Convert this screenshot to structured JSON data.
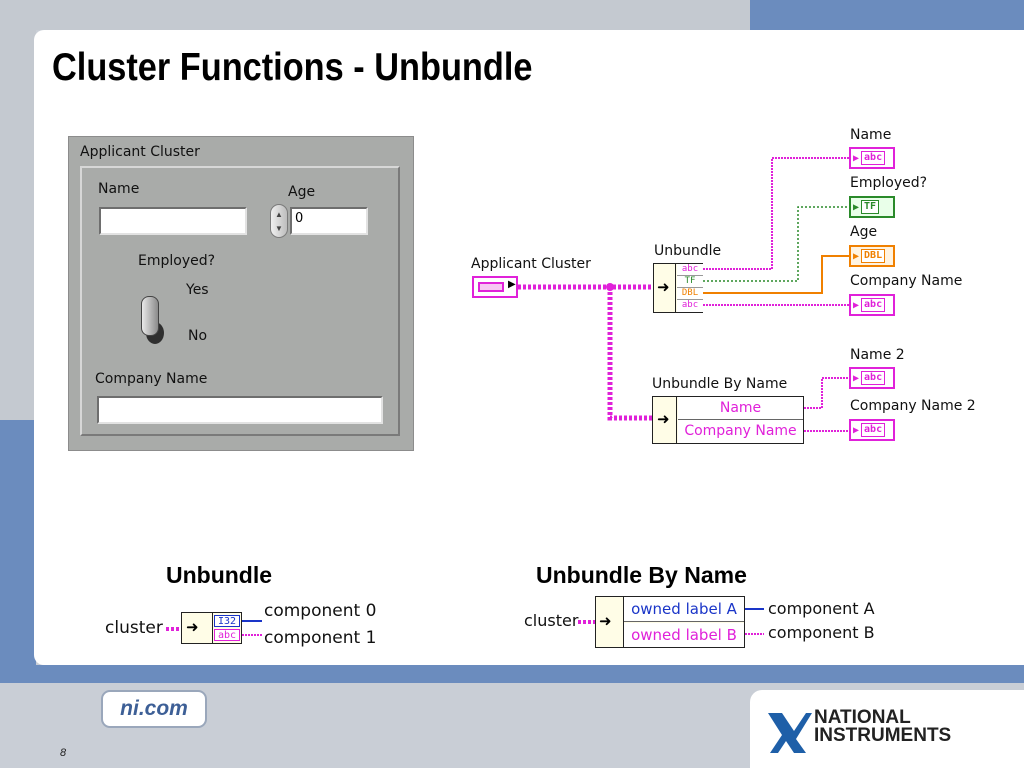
{
  "slide": {
    "title": "Cluster Functions - Unbundle",
    "page_number": "8"
  },
  "front_panel": {
    "cluster_label": "Applicant Cluster",
    "name_label": "Name",
    "name_value": "",
    "age_label": "Age",
    "age_value": "0",
    "employed_label": "Employed?",
    "yes_label": "Yes",
    "no_label": "No",
    "company_label": "Company Name",
    "company_value": ""
  },
  "block_diagram": {
    "applicant_cluster_label": "Applicant Cluster",
    "unbundle_label": "Unbundle",
    "unbundle_outputs": [
      "abc",
      "TF",
      "DBL",
      "abc"
    ],
    "unbundle_by_name_label": "Unbundle By Name",
    "unbundle_by_name_rows": [
      "Name",
      "Company Name"
    ],
    "indicators": [
      {
        "label": "Name",
        "tag": "abc",
        "color": "#e021d9"
      },
      {
        "label": "Employed?",
        "tag": "TF",
        "color": "#2a8a2a"
      },
      {
        "label": "Age",
        "tag": "DBL",
        "color": "#f08000"
      },
      {
        "label": "Company Name",
        "tag": "abc",
        "color": "#e021d9"
      },
      {
        "label": "Name 2",
        "tag": "abc",
        "color": "#e021d9"
      },
      {
        "label": "Company Name 2",
        "tag": "abc",
        "color": "#e021d9"
      }
    ]
  },
  "legend": {
    "unbundle": {
      "heading": "Unbundle",
      "input_label": "cluster",
      "cells": [
        "I32",
        "abc"
      ],
      "outputs": [
        "component 0",
        "component 1"
      ]
    },
    "unbundle_by_name": {
      "heading": "Unbundle By Name",
      "input_label": "cluster",
      "rows": [
        "owned label A",
        "owned label B"
      ],
      "outputs": [
        "component A",
        "component B"
      ]
    }
  },
  "footer": {
    "site_link": "ni.com",
    "brand_line1": "NATIONAL",
    "brand_line2": "INSTRUMENTS"
  },
  "colors": {
    "string_wire": "#e021d9",
    "boolean_wire": "#2a8a2a",
    "numeric_wire": "#f08000",
    "legend_blue": "#1a35c8",
    "template_blue": "#6b8cbe"
  }
}
